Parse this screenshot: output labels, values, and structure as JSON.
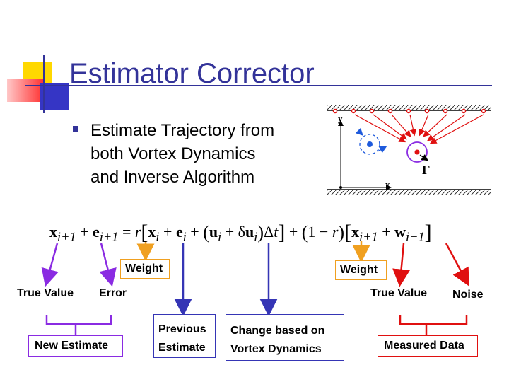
{
  "slide": {
    "title": "Estimator Corrector",
    "bullet_lines": [
      "Estimate Trajectory from",
      "both Vortex Dynamics",
      "and Inverse Algorithm"
    ]
  },
  "equation": {
    "text": "x_{i+1} + e_{i+1} = r[x_i + e_i + (u_i + δu_i)Δt] + (1 − r)[x_{i+1} + w_{i+1}]"
  },
  "labels": {
    "weight_left": "Weight",
    "weight_right": "Weight",
    "true_value_left": "True Value",
    "error": "Error",
    "true_value_right": "True Value",
    "noise": "Noise",
    "new_estimate": "New Estimate",
    "previous_estimate_line1": "Previous",
    "previous_estimate_line2": "Estimate",
    "change_line1": "Change based on",
    "change_line2": "Vortex Dynamics",
    "measured_data": "Measured Data"
  },
  "inset": {
    "y_axis": "y",
    "x_axis": "x",
    "gamma": "Γ"
  },
  "colors": {
    "title": "#333399",
    "orange": "#f0a020",
    "purple": "#8a2be2",
    "blue": "#3535b5",
    "red": "#e01010",
    "accent_yellow": "#ffd700"
  }
}
